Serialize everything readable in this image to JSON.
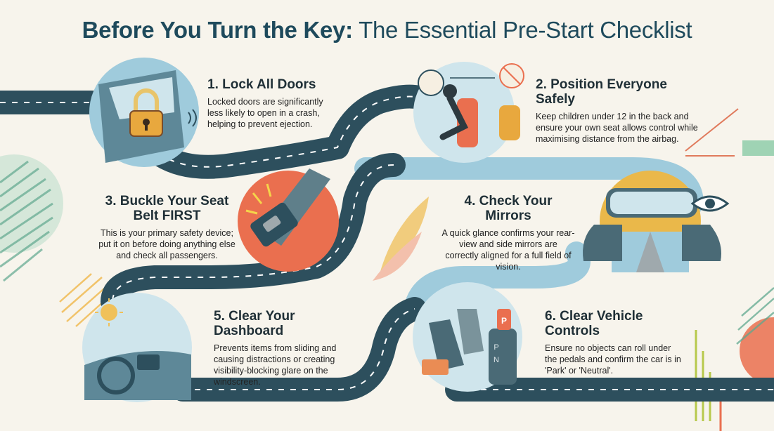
{
  "title": {
    "bold": "Before You Turn the Key:",
    "rest": " The Essential Pre-Start Checklist"
  },
  "steps": [
    {
      "heading": "1. Lock All Doors",
      "body": "Locked doors are significantly less likely to open in a crash, helping to prevent ejection."
    },
    {
      "heading": "2. Position Everyone Safely",
      "body": "Keep children under 12 in the back and ensure your own seat allows control while maximising distance from the airbag."
    },
    {
      "heading": "3. Buckle Your Seat Belt FIRST",
      "body": "This is your primary safety device; put it on before doing anything else and check all passengers."
    },
    {
      "heading": "4. Check Your Mirrors",
      "body": "A quick glance confirms your rear-view and side mirrors are correctly aligned for a full field of vision."
    },
    {
      "heading": "5. Clear Your Dashboard",
      "body": "Prevents items from sliding and causing distractions or creating visibility-blocking glare on the windscreen."
    },
    {
      "heading": "6. Clear Vehicle Controls",
      "body": "Ensure no objects can roll under the pedals and confirm the car is in 'Park' or 'Neutral'."
    }
  ],
  "illustration_text": {
    "shifter_p": "P",
    "shifter_gate_p": "P",
    "shifter_gate_n": "N"
  },
  "colors": {
    "background": "#f7f4ec",
    "road": "#2d4f5d",
    "road_light": "#9fcbdc",
    "title": "#1e4a5c",
    "accent_orange": "#ea6f4f",
    "accent_yellow": "#eab84a",
    "accent_green": "#8cc7a6"
  },
  "icons": [
    "padlock-icon",
    "eye-icon",
    "sun-icon",
    "seatbelt-buckle-icon",
    "airbag-warning-icon",
    "baby-face-icon"
  ]
}
